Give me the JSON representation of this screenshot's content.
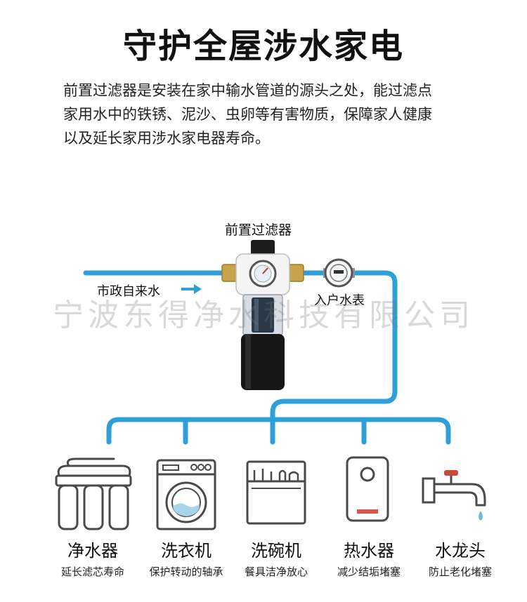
{
  "header": {
    "title": "守护全屋涉水家电",
    "description_lines": [
      "前置过滤器是安装在家中输水管道的源头之处，能过滤点",
      "家用水中的铁锈、泥沙、虫卵等有害物质，保障家人健康",
      "以及延长家用涉水家电器寿命。"
    ]
  },
  "diagram": {
    "filter_label": "前置过滤器",
    "city_water_label": "市政自来水",
    "meter_label": "入户水表",
    "watermark": "宁波东得净水科技有限公司",
    "pipe_color": "#2f9fd8",
    "brass_color": "#c9a24a",
    "appliances": [
      {
        "name": "净水器",
        "sub": "延长滤芯寿命",
        "icon": "water-purifier-icon"
      },
      {
        "name": "洗衣机",
        "sub": "保护转动的轴承",
        "icon": "washing-machine-icon"
      },
      {
        "name": "洗碗机",
        "sub": "餐具洁净放心",
        "icon": "dishwasher-icon"
      },
      {
        "name": "热水器",
        "sub": "减少结垢堵塞",
        "icon": "water-heater-icon"
      },
      {
        "name": "水龙头",
        "sub": "防止老化堵塞",
        "icon": "faucet-icon"
      }
    ]
  }
}
